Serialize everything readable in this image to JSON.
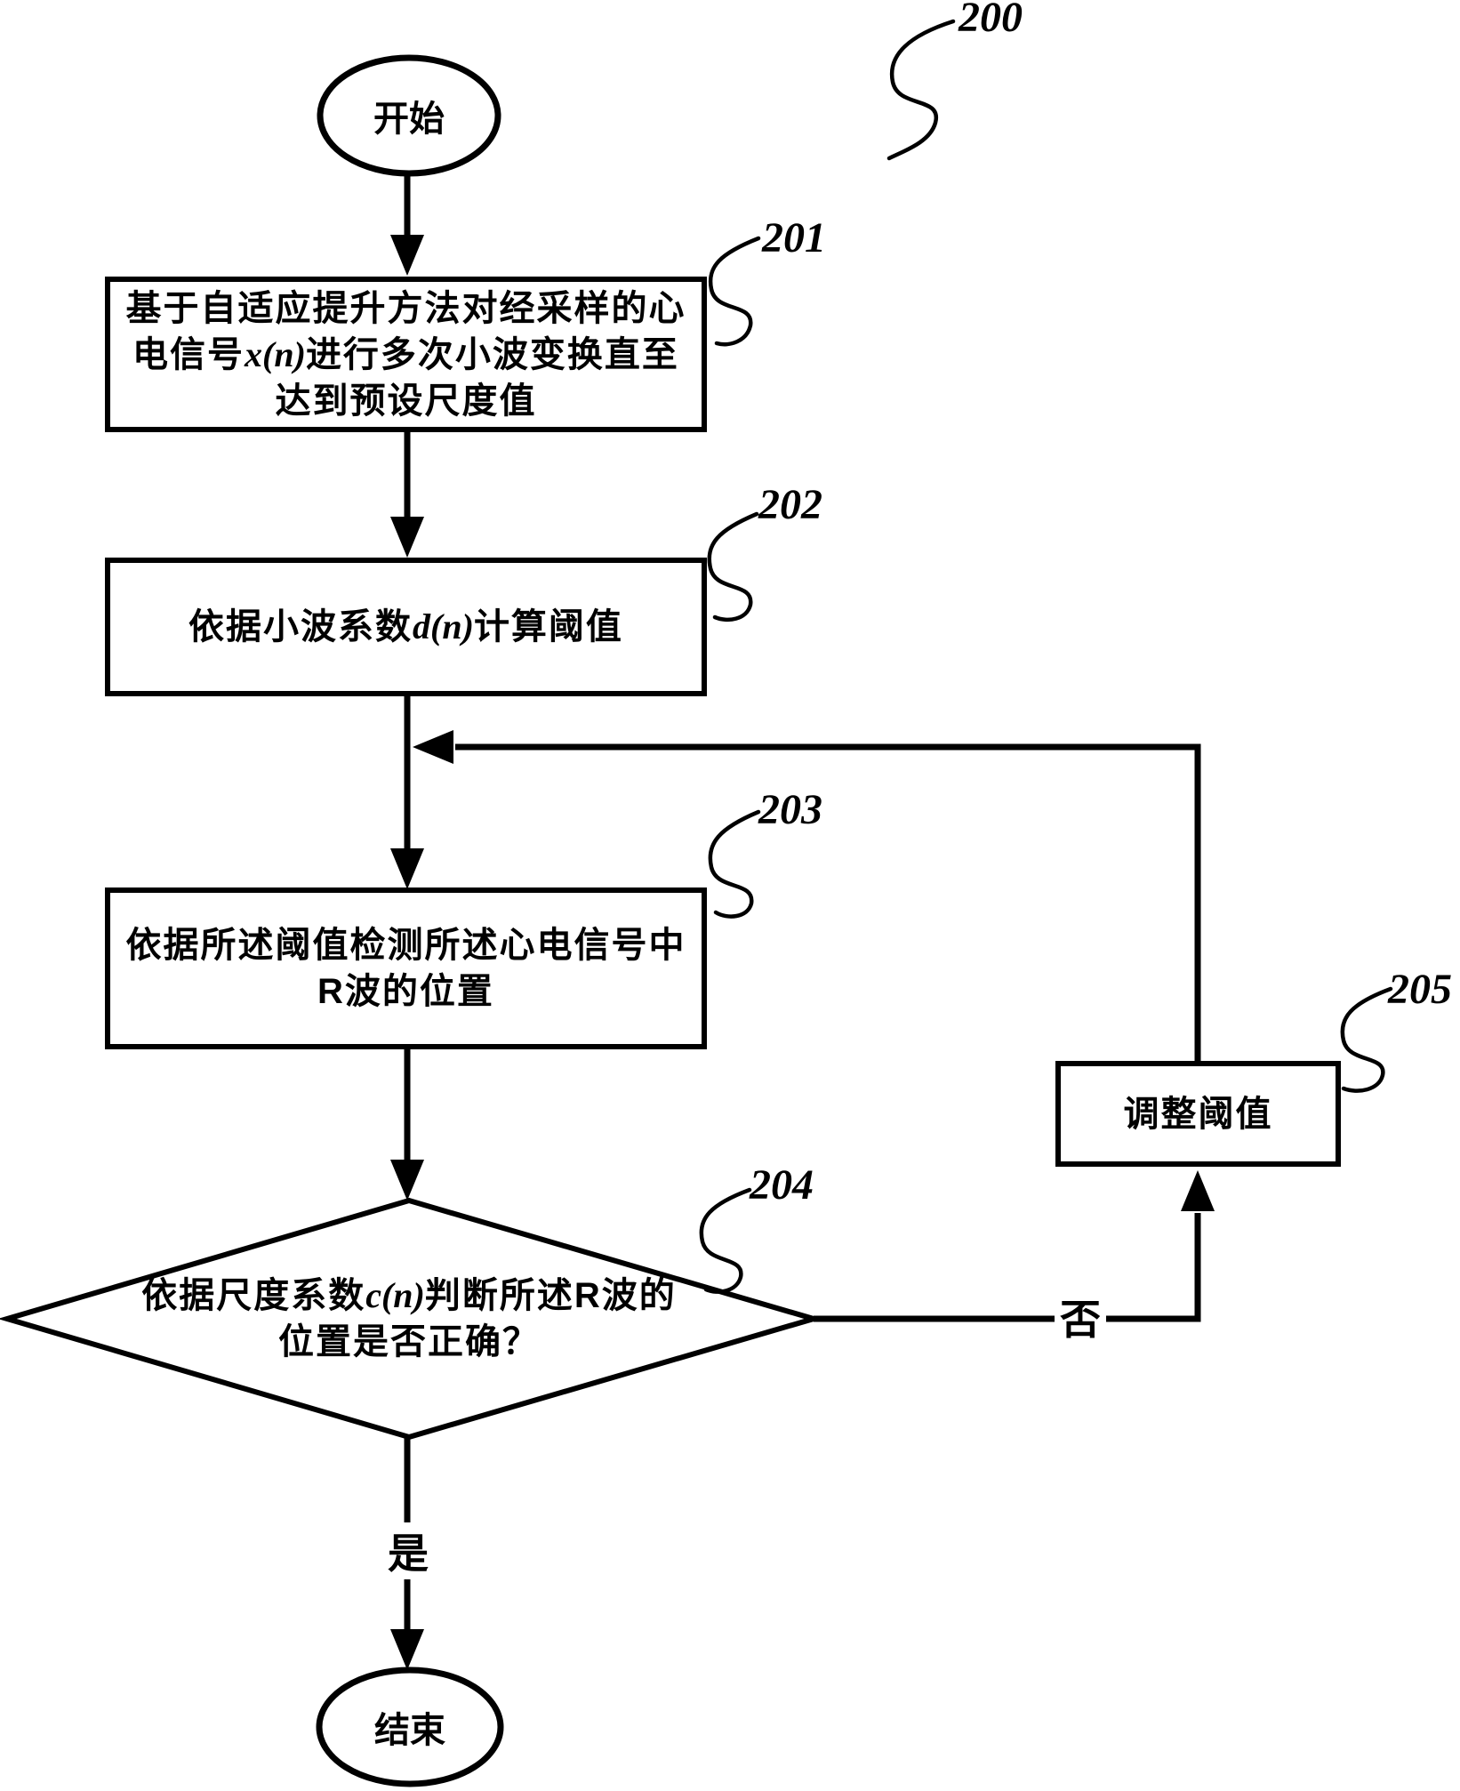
{
  "figure": {
    "ref": "200"
  },
  "nodes": {
    "start": {
      "label": "开始"
    },
    "step201": {
      "ref": "201",
      "line1": "基于自适应提升方法对经采样的心",
      "line2_pre": "电信号",
      "line2_math": "x(n)",
      "line2_post": "进行多次小波变换直至",
      "line3": "达到预设尺度值"
    },
    "step202": {
      "ref": "202",
      "pre": "依据小波系数",
      "math": "d(n)",
      "post": "计算阈值"
    },
    "step203": {
      "ref": "203",
      "line1": "依据所述阈值检测所述心电信号中",
      "line2": "R波的位置"
    },
    "decision204": {
      "ref": "204",
      "line1_pre": "依据尺度系数",
      "line1_math": "c(n)",
      "line1_post": "判断所述R波的",
      "line2": "位置是否正确？"
    },
    "step205": {
      "ref": "205",
      "label": "调整阈值"
    },
    "end": {
      "label": "结束"
    }
  },
  "branches": {
    "no": "否",
    "yes": "是"
  },
  "colors": {
    "stroke": "#000000",
    "background": "#ffffff"
  }
}
